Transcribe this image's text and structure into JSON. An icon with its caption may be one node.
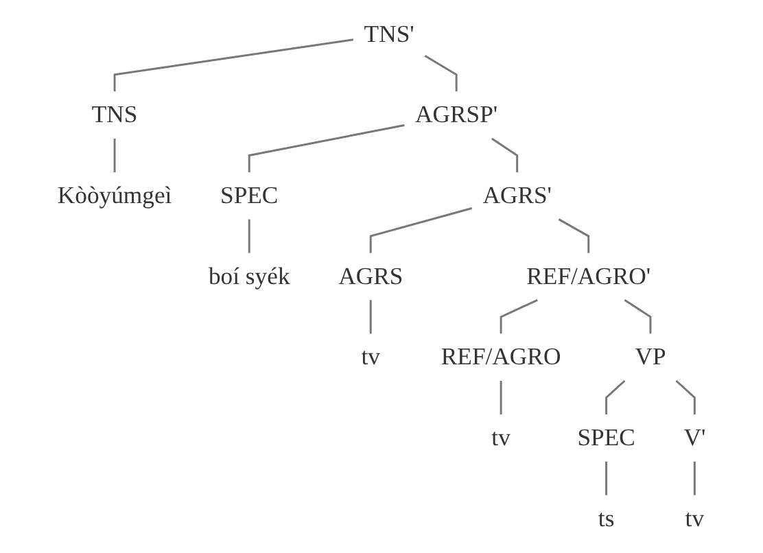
{
  "diagram": {
    "nodes": [
      {
        "text": [
          "TNS'"
        ]
      },
      {
        "text": [
          "TNS"
        ]
      },
      {
        "text": [
          "AGRSP'"
        ]
      },
      {
        "text": [
          "Kòòyúmgeì"
        ]
      },
      {
        "text": [
          "SPEC"
        ]
      },
      {
        "text": [
          "AGRS'"
        ]
      },
      {
        "text": [
          "boí syék"
        ]
      },
      {
        "text": [
          "AGRS"
        ]
      },
      {
        "text": [
          "REF/AGRO'"
        ]
      },
      {
        "text": [
          "tv"
        ]
      },
      {
        "text": [
          "REF/AGRO"
        ]
      },
      {
        "text": [
          "VP"
        ]
      },
      {
        "text": [
          "tv"
        ]
      },
      {
        "text": [
          "SPEC"
        ]
      },
      {
        "text": [
          "V'"
        ]
      },
      {
        "text": [
          "ts"
        ]
      },
      {
        "text": [
          "tv"
        ]
      }
    ],
    "edges": [
      {
        "from": 0,
        "to": 1,
        "arrow": "none"
      },
      {
        "from": 0,
        "to": 2,
        "arrow": "none"
      },
      {
        "from": 1,
        "to": 3,
        "arrow": "none"
      },
      {
        "from": 2,
        "to": 4,
        "arrow": "none"
      },
      {
        "from": 2,
        "to": 5,
        "arrow": "none"
      },
      {
        "from": 4,
        "to": 6,
        "arrow": "none"
      },
      {
        "from": 5,
        "to": 7,
        "arrow": "none"
      },
      {
        "from": 5,
        "to": 8,
        "arrow": "none"
      },
      {
        "from": 7,
        "to": 9,
        "arrow": "none"
      },
      {
        "from": 8,
        "to": 10,
        "arrow": "none"
      },
      {
        "from": 8,
        "to": 11,
        "arrow": "none"
      },
      {
        "from": 10,
        "to": 12,
        "arrow": "none"
      },
      {
        "from": 11,
        "to": 13,
        "arrow": "none"
      },
      {
        "from": 11,
        "to": 14,
        "arrow": "none"
      },
      {
        "from": 13,
        "to": 15,
        "arrow": "none"
      },
      {
        "from": 14,
        "to": 16,
        "arrow": "none"
      }
    ]
  }
}
